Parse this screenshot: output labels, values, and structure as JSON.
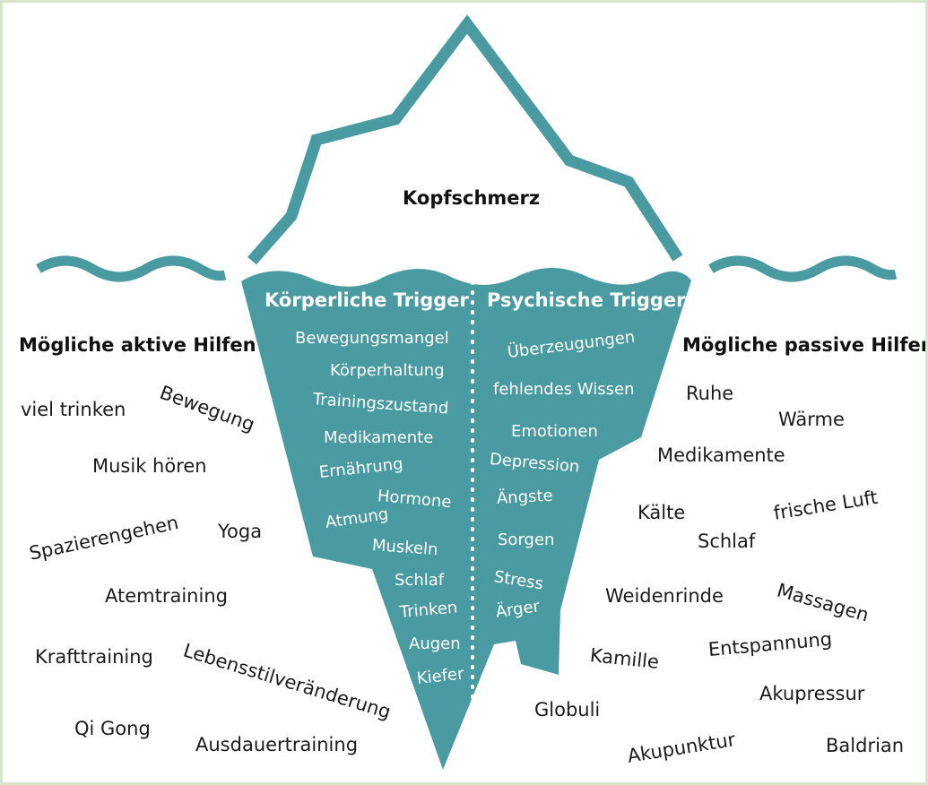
{
  "colors": {
    "teal": "#4a9aa1",
    "border": "#d7e6c9",
    "text": "#1b1b1b",
    "inner_text": "#ffffff"
  },
  "tip_label": "Kopfschmerz",
  "left_heading": "Mögliche aktive Hilfen",
  "right_heading": "Mögliche passive Hilfen",
  "koerper": {
    "title": "Körperliche Trigger",
    "items": [
      "Bewegungsmangel",
      "Körperhaltung",
      "Trainingszustand",
      "Medikamente",
      "Ernährung",
      "Hormone",
      "Atmung",
      "Muskeln",
      "Schlaf",
      "Trinken",
      "Augen",
      "Kiefer"
    ]
  },
  "psyche": {
    "title": "Psychische Trigger",
    "items": [
      "Überzeugungen",
      "fehlendes Wissen",
      "Emotionen",
      "Depression",
      "Ängste",
      "Sorgen",
      "Stress",
      "Ärger"
    ]
  },
  "aktive_hilfen": [
    "viel trinken",
    "Bewegung",
    "Musik hören",
    "Spazierengehen",
    "Yoga",
    "Atemtraining",
    "Krafttraining",
    "Lebensstilveränderung",
    "Qi Gong",
    "Ausdauertraining"
  ],
  "passive_hilfen": [
    "Ruhe",
    "Wärme",
    "Medikamente",
    "Kälte",
    "frische Luft",
    "Schlaf",
    "Massagen",
    "Weidenrinde",
    "Entspannung",
    "Kamille",
    "Akupressur",
    "Globuli",
    "Akupunktur",
    "Baldrian"
  ]
}
